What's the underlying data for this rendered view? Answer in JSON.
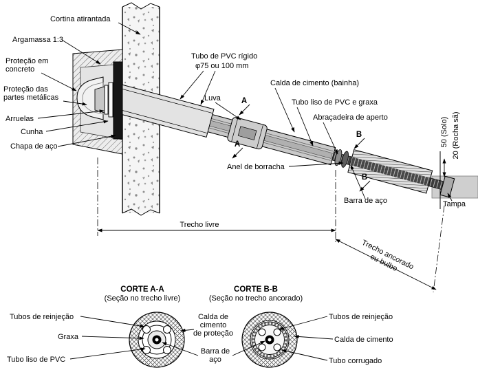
{
  "colors": {
    "line": "#000000",
    "concrete": "#f5f5f5",
    "block": "#dcdcdc",
    "sheath": "#c9c9c9",
    "steel": "#1a1a1a",
    "background": "#ffffff"
  },
  "labels": {
    "cortina": "Cortina atirantada",
    "argamassa": "Argamassa 1:3",
    "protecao_concreto": [
      "Proteção em",
      "concreto"
    ],
    "protecao_metalicas": [
      "Proteção das",
      "partes metálicas"
    ],
    "arruelas": "Arruelas",
    "cunha": "Cunha",
    "chapa_aco": "Chapa de aço",
    "tubo_pvc": [
      "Tubo de PVC rígido",
      "φ75 ou 100 mm"
    ],
    "luva": "Luva",
    "calda_bainha": "Calda de cimento (bainha)",
    "tubo_liso_graxa": "Tubo liso de PVC e graxa",
    "abracadeira": "Abraçadeira de aperto",
    "anel_borracha": "Anel de borracha",
    "barra_aco": "Barra de aço",
    "tampa": "Tampa",
    "dim_solo": "50 (Solo)",
    "dim_rocha": "20 (Rocha sã)",
    "trecho_livre": "Trecho livre",
    "trecho_ancorado": [
      "Trecho ancorado",
      "ou bulbo"
    ],
    "marker_a": "A",
    "marker_b": "B"
  },
  "sections": {
    "a": {
      "title": "CORTE A-A",
      "subtitle": "(Seção no trecho livre)",
      "labels": {
        "tubos_reinjecao": "Tubos de reinjeção",
        "graxa": "Graxa",
        "tubo_liso": "Tubo liso de PVC"
      }
    },
    "b": {
      "title": "CORTE B-B",
      "subtitle": "(Seção no trecho ancorado)",
      "labels": {
        "tubos_reinjecao": "Tubos de reinjeção",
        "calda_cimento": "Calda de cimento",
        "tubo_corrugado": "Tubo corrugado"
      }
    },
    "center_labels": {
      "calda_protecao": [
        "Calda de",
        "cimento",
        "de proteção"
      ],
      "barra_aco": [
        "Barra de",
        "aço"
      ]
    }
  }
}
